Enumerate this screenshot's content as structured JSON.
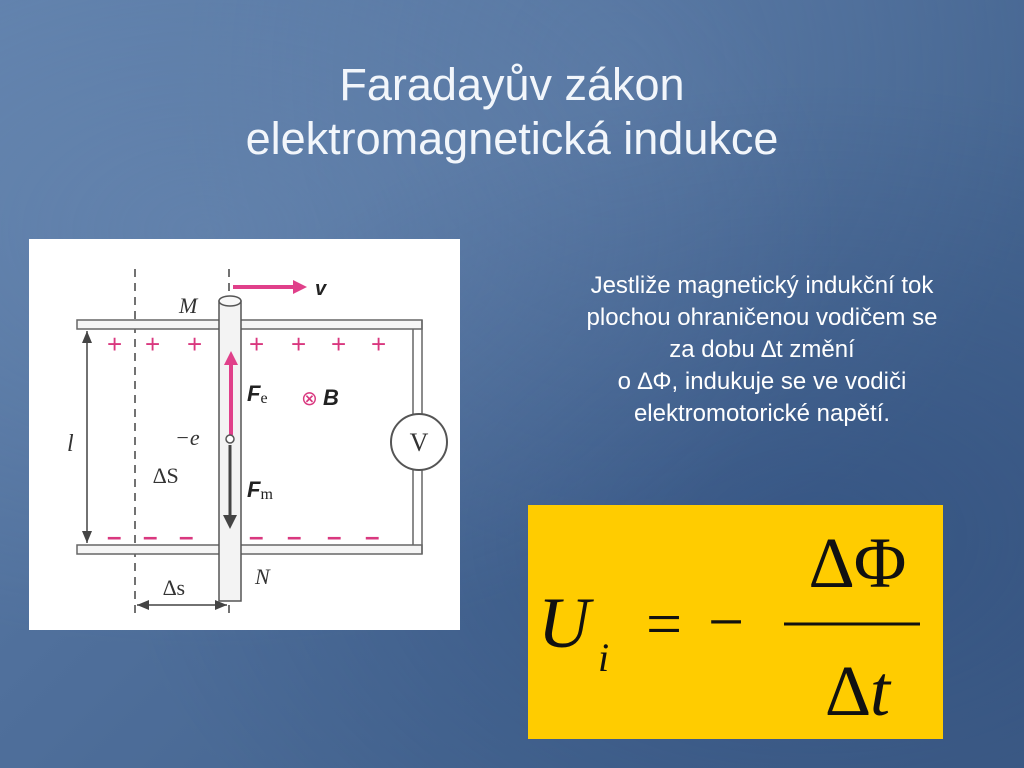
{
  "slide": {
    "title_line1": "Faradayův zákon",
    "title_line2": "elektromagnetická indukce",
    "body_lines": [
      "Jestliže magnetický indukční tok",
      "plochou ohraničenou vodičem se",
      "za dobu ∆t změní",
      "o ∆Φ, indukuje se ve vodiči",
      "elektromotorické napětí."
    ]
  },
  "figure": {
    "label_M": "M",
    "label_N": "N",
    "label_v": "v",
    "label_l": "l",
    "label_charge": "−e",
    "label_area": "∆S",
    "label_ds": "∆s",
    "label_voltmeter": "V",
    "label_B": "B",
    "label_Fe": "F",
    "label_Fe_sub": "e",
    "label_Fm": "F",
    "label_Fm_sub": "m",
    "plus_sign": "+",
    "minus_sign": "–",
    "cross_symbol": "⊗"
  },
  "formula": {
    "lhs": "U",
    "lhs_sub": "i",
    "equals": "=",
    "minus": "−",
    "numerator": "∆Φ",
    "denominator_delta": "∆",
    "denominator_var": "t"
  },
  "colors": {
    "background": "#4f6f9b",
    "title_text": "#f2f6fb",
    "formula_bg": "#ffcc00",
    "arrow_pink": "#e0408a",
    "charge_pink": "#d9387f"
  }
}
